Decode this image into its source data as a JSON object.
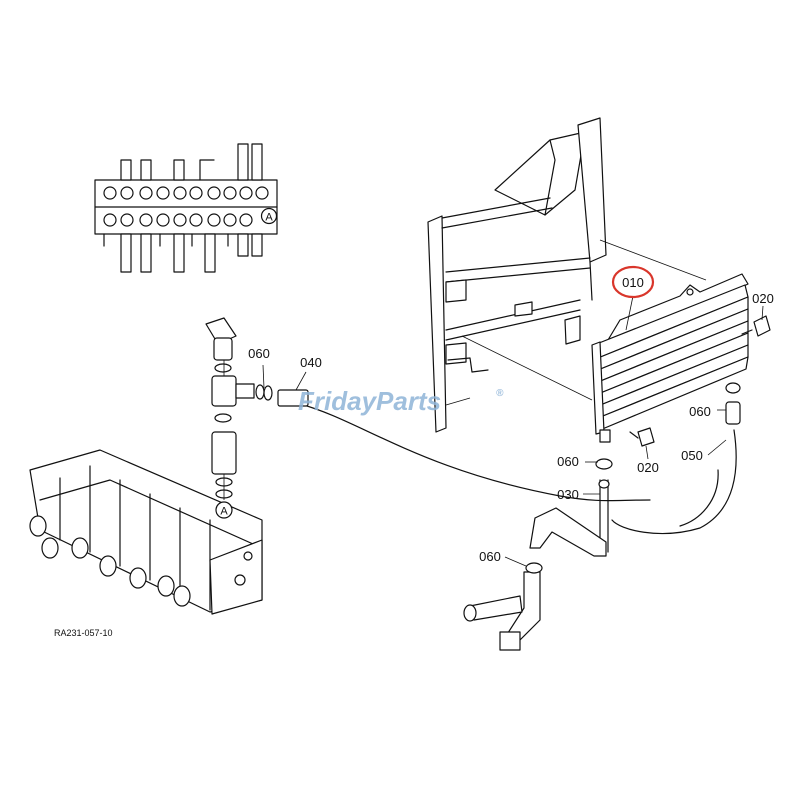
{
  "colors": {
    "line": "#111111",
    "highlight_ring": "#d9362b",
    "watermark": "#8fb4d8",
    "background": "#ffffff"
  },
  "watermark": {
    "text": "FridayParts",
    "registered_mark": "®"
  },
  "detail_marker": "A",
  "reference_code": "RA231-057-10",
  "callouts": {
    "part_010": "010",
    "part_020_top": "020",
    "part_020_bottom": "020",
    "part_030": "030",
    "part_040": "040",
    "part_050": "050",
    "part_060_left": "060",
    "part_060_right": "060",
    "part_060_mid": "060",
    "part_060_low": "060"
  }
}
